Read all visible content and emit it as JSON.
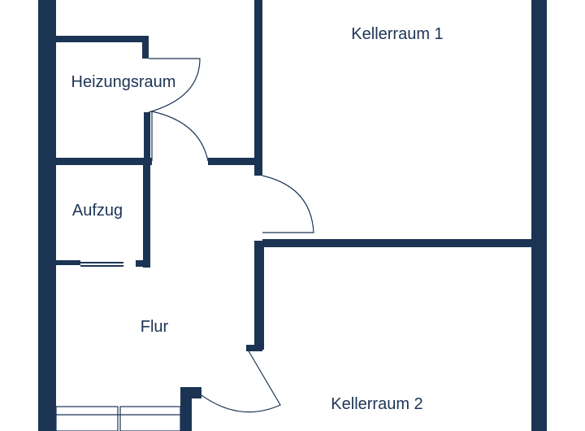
{
  "floorplan": {
    "wall_color": "#1c3454",
    "background_color": "#ffffff",
    "rooms": {
      "kellerraum1": "Kellerraum 1",
      "heizungsraum": "Heizungsraum",
      "aufzug": "Aufzug",
      "flur": "Flur",
      "kellerraum2": "Kellerraum 2"
    }
  }
}
